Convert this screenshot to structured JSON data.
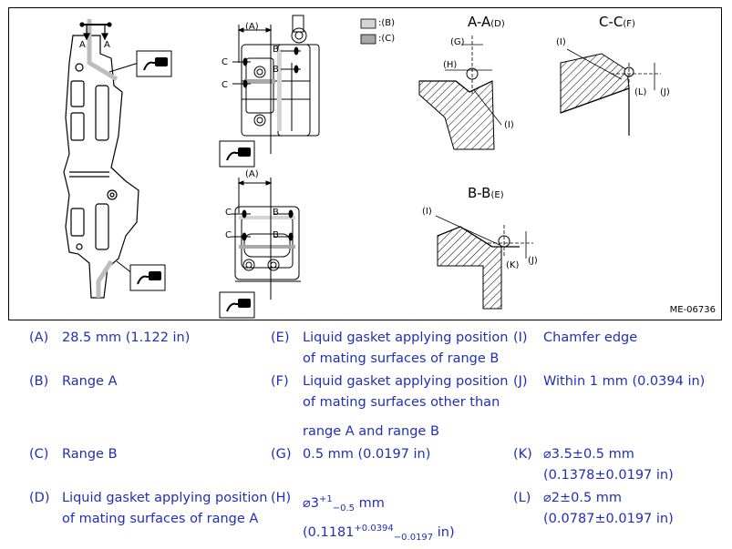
{
  "figure": {
    "code": "ME-06736",
    "legend": [
      {
        "label": ":(B)",
        "color": "#d4d4d4"
      },
      {
        "label": ":(C)",
        "color": "#a8a8a8"
      }
    ],
    "sections": {
      "aa": {
        "title": "A-A",
        "ref": "(D)"
      },
      "cc": {
        "title": "C-C",
        "ref": "(F)"
      },
      "bb": {
        "title": "B-B",
        "ref": "(E)"
      }
    },
    "labels": {
      "A": "A",
      "B": "B",
      "C": "C",
      "dimA": "(A)",
      "G": "(G)",
      "H": "(H)",
      "I": "(I)",
      "J": "(J)",
      "K": "(K)",
      "L": "(L)"
    }
  },
  "key": [
    {
      "code": "(A)",
      "text": [
        "28.5 mm (1.122 in)"
      ]
    },
    {
      "code": "(B)",
      "text": [
        "Range A"
      ]
    },
    {
      "code": "(C)",
      "text": [
        "Range B"
      ]
    },
    {
      "code": "(D)",
      "text": [
        "Liquid gasket applying position",
        "of mating surfaces of range A"
      ]
    },
    {
      "code": "(E)",
      "text": [
        "Liquid gasket applying position",
        "of mating surfaces of range B"
      ]
    },
    {
      "code": "(F)",
      "text": [
        "Liquid gasket applying position",
        "of mating surfaces other than",
        "range A and range B"
      ]
    },
    {
      "code": "(G)",
      "text": [
        "0.5 mm (0.0197 in)"
      ]
    },
    {
      "code": "(H)",
      "h1": {
        "pre": "⌀3",
        "sup": "+1",
        "sub": "−0.5",
        "post": " mm"
      },
      "h2": {
        "pre": "(0.1181",
        "sup": "+0.0394",
        "sub": "−0.0197",
        "post": " in)"
      }
    },
    {
      "code": "(I)",
      "text": [
        "Chamfer edge"
      ]
    },
    {
      "code": "(J)",
      "text": [
        "Within 1 mm (0.0394 in)"
      ]
    },
    {
      "code": "(K)",
      "text": [
        "⌀3.5±0.5 mm",
        "(0.1378±0.0197 in)"
      ]
    },
    {
      "code": "(L)",
      "text": [
        "⌀2±0.5 mm",
        "(0.0787±0.0197 in)"
      ]
    }
  ]
}
